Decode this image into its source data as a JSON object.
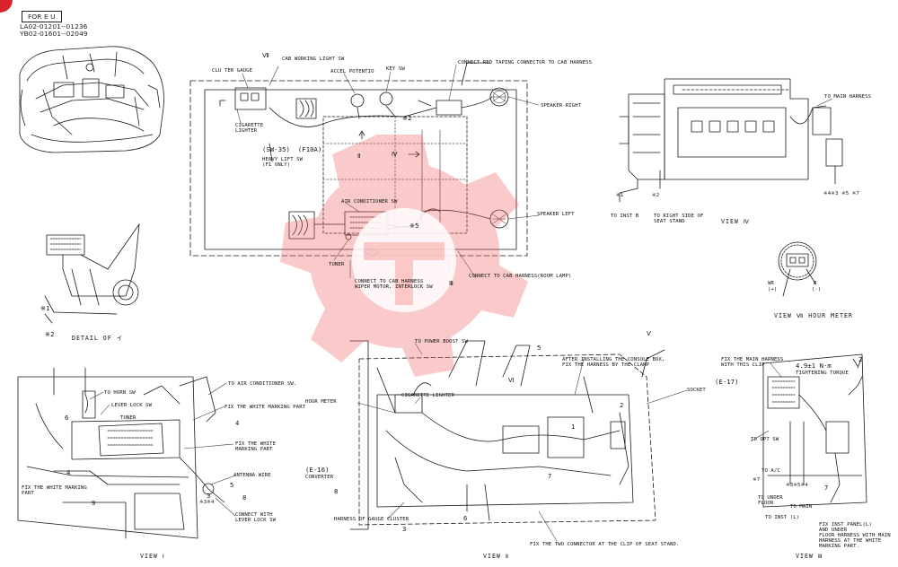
{
  "header": {
    "region_badge": "FOR E U",
    "serial_1": "LA02-01201--01236",
    "serial_2": "YB02-01601--02049"
  },
  "brand_colors": {
    "corner_mark": "#d9242b",
    "watermark": "#f15a5a"
  },
  "labels": {
    "clu_ter_gauge": "CLU TER GAUGE",
    "cab_working_light_sw": "CAB WORKING LIGHT SW",
    "accel_potentio": "ACCEL POTENTIO",
    "key_sw": "KEY SW",
    "connect_red_taping": "CONNECT RED TAPING CONNECTOR TO CAB HARNESS",
    "cigarette_lighter_1": "CIGARETTE",
    "cigarette_lighter_2": "LIGHTER",
    "sw_35": "(SW-35)  (F10A)",
    "heavy_lift_1": "HEAVY LIFT SW",
    "heavy_lift_2": "(F1 ONLY)",
    "speaker_right": "SPEAKER RIGHT",
    "speaker_left": "SPEAKER LEFT",
    "air_conditioner_sw": "AIR CONDITIONER SW",
    "tuner_top": "TUNER",
    "connect_cab_wiper_1": "CONNECT TO CAB HARNESS",
    "connect_cab_wiper_2": "WIPER MOTOR, INTERLOCK SW",
    "connect_room_lamp": "CONNECT TO CAB HARNESS(ROOM LAMP)",
    "mark_2_top": "※2",
    "mark_5_top": "※5",
    "roman_vii": "Ⅶ",
    "roman_ii": "Ⅱ",
    "roman_iii": "Ⅲ",
    "roman_iv": "Ⅳ",
    "roman_v": "Ⅴ",
    "roman_vi": "Ⅵ",
    "to_main_harness": "TO MAIN HARNESS",
    "to_inst_b": "TO INST B",
    "to_right_side_1": "TO RIGHT SIDE OF",
    "to_right_side_2": "SEAT STAND",
    "marks_iv": "※4※3 ※5 ※7",
    "mark_1_iv": "※1",
    "mark_2_iv": "※2",
    "view_iv": "VIEW Ⅳ",
    "wr": "WR",
    "plus": "(+)",
    "b": "B",
    "minus": "(-)",
    "view_vii": "VIEW Ⅶ HOUR METER",
    "mark_1_detail": "※1",
    "mark_2_detail": "※2",
    "detail_of": "DETAIL OF イ",
    "to_horn_sw": "TO HORN SW",
    "lever_lock_sw": "LEVER LOCK SW",
    "tuner_left": "TUNER",
    "to_air_conditioner_sw": "TO AIR CONDITIONER SW.",
    "fix_white_1": "FIX THE WHITE MARKING PART",
    "fix_white_2a": "FIX THE WHITE",
    "fix_white_2b": "MARKING PART",
    "antenna_wire": "ANTENNA WIRE",
    "fix_white_left_1": "FIX THE WHITE MARKING",
    "fix_white_left_2": "PART",
    "connect_lever_1": "CONNECT WITH",
    "connect_lever_2": "LEVER LOCK SW",
    "marks_left": "※3※4",
    "view_i": "VIEW Ⅰ",
    "n6": "6",
    "n4a": "4",
    "n4b": "4",
    "n5": "5",
    "n8": "8",
    "n9": "9",
    "n3": "3",
    "to_power_boost_sw": "TO POWER BOOST SW",
    "cigarette_lighter_mid": "CIGARETTE LIGHTER",
    "hour_meter": "HOUR METER",
    "after_installing_1": "AFTER INSTALLING THE CONSOLE BOX,",
    "after_installing_2": "FIX THE HARNESS BY THE CLAMP",
    "socket": "SOCKET",
    "e16_1": "(E-16)",
    "e16_2": "CONVERTER",
    "harness_gauge_cluster": "HARNESS OF GAUGE CLUSTER",
    "fix_two_connector": "FIX THE TWO CONNECTOR AT THE CLIP OF SEAT STAND.",
    "view_ii": "VIEW Ⅱ",
    "m5": "5",
    "m8": "8",
    "m6": "6",
    "m3": "3",
    "m1": "1",
    "m2": "2",
    "m7": "7",
    "fix_main_harness_1": "FIX THE MAIN HARNESS",
    "fix_main_harness_2": "WITH THIS CLIP",
    "torque_1": "4.9±1 N·m",
    "torque_2": "TIGHTENING TORQUE",
    "e17": "(E-17)",
    "to_opt_sw": "TO OPT SW",
    "to_ac": "TO A/C",
    "mark_7_right": "※7",
    "marks_right": "※3※5※4",
    "to_under_floor_1": "TO UNDER",
    "to_under_floor_2": "FLOOR",
    "to_main": "TO MAIN",
    "to_inst_l": "TO INST (L)",
    "fix_inst_1": "FIX INST PANEL(L)",
    "fix_inst_2": "AND UNDER",
    "fix_inst_3": "FLOOR HARNESS WITH MAIN",
    "fix_inst_4": "HARNESS AT THE WHITE",
    "fix_inst_5": "MARKING PART.",
    "view_iii": "VIEW Ⅲ",
    "r7": "7",
    "r2": "2"
  }
}
